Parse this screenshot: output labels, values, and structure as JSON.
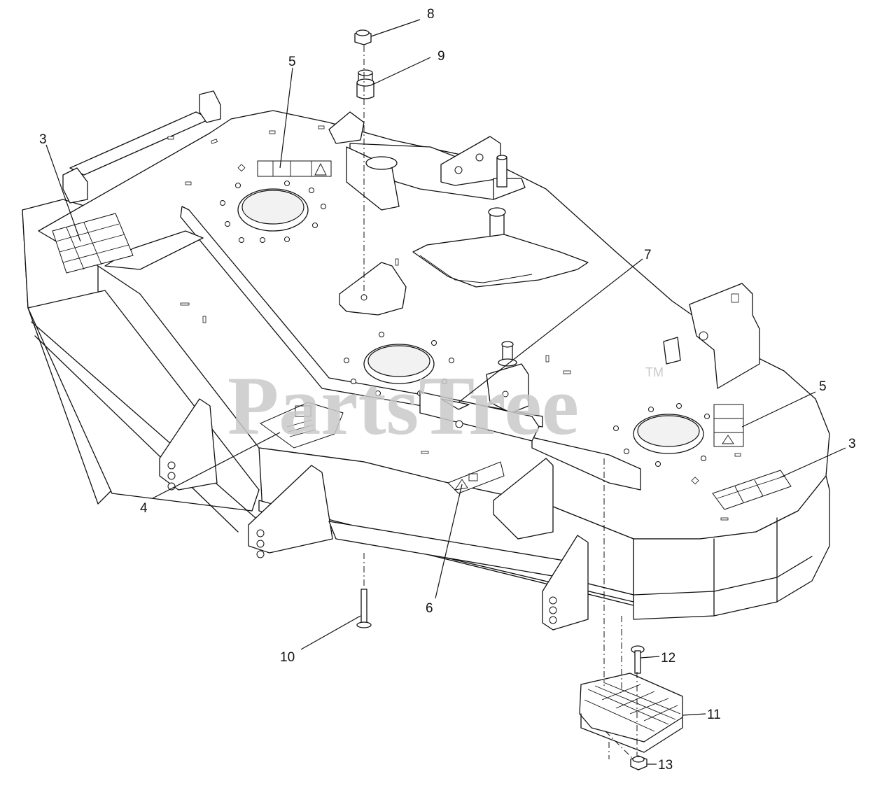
{
  "watermark": {
    "text": "PartsTree",
    "trademark": "TM"
  },
  "callouts": [
    {
      "id": "c8",
      "label": "8"
    },
    {
      "id": "c9",
      "label": "9"
    },
    {
      "id": "c5a",
      "label": "5"
    },
    {
      "id": "c3a",
      "label": "3"
    },
    {
      "id": "c7",
      "label": "7"
    },
    {
      "id": "c5b",
      "label": "5"
    },
    {
      "id": "c3b",
      "label": "3"
    },
    {
      "id": "c4",
      "label": "4"
    },
    {
      "id": "c6",
      "label": "6"
    },
    {
      "id": "c10",
      "label": "10"
    },
    {
      "id": "c12",
      "label": "12"
    },
    {
      "id": "c11",
      "label": "11"
    },
    {
      "id": "c13",
      "label": "13"
    }
  ],
  "colors": {
    "line": "#111111",
    "watermark": "#c9c9c9",
    "background": "#ffffff"
  }
}
